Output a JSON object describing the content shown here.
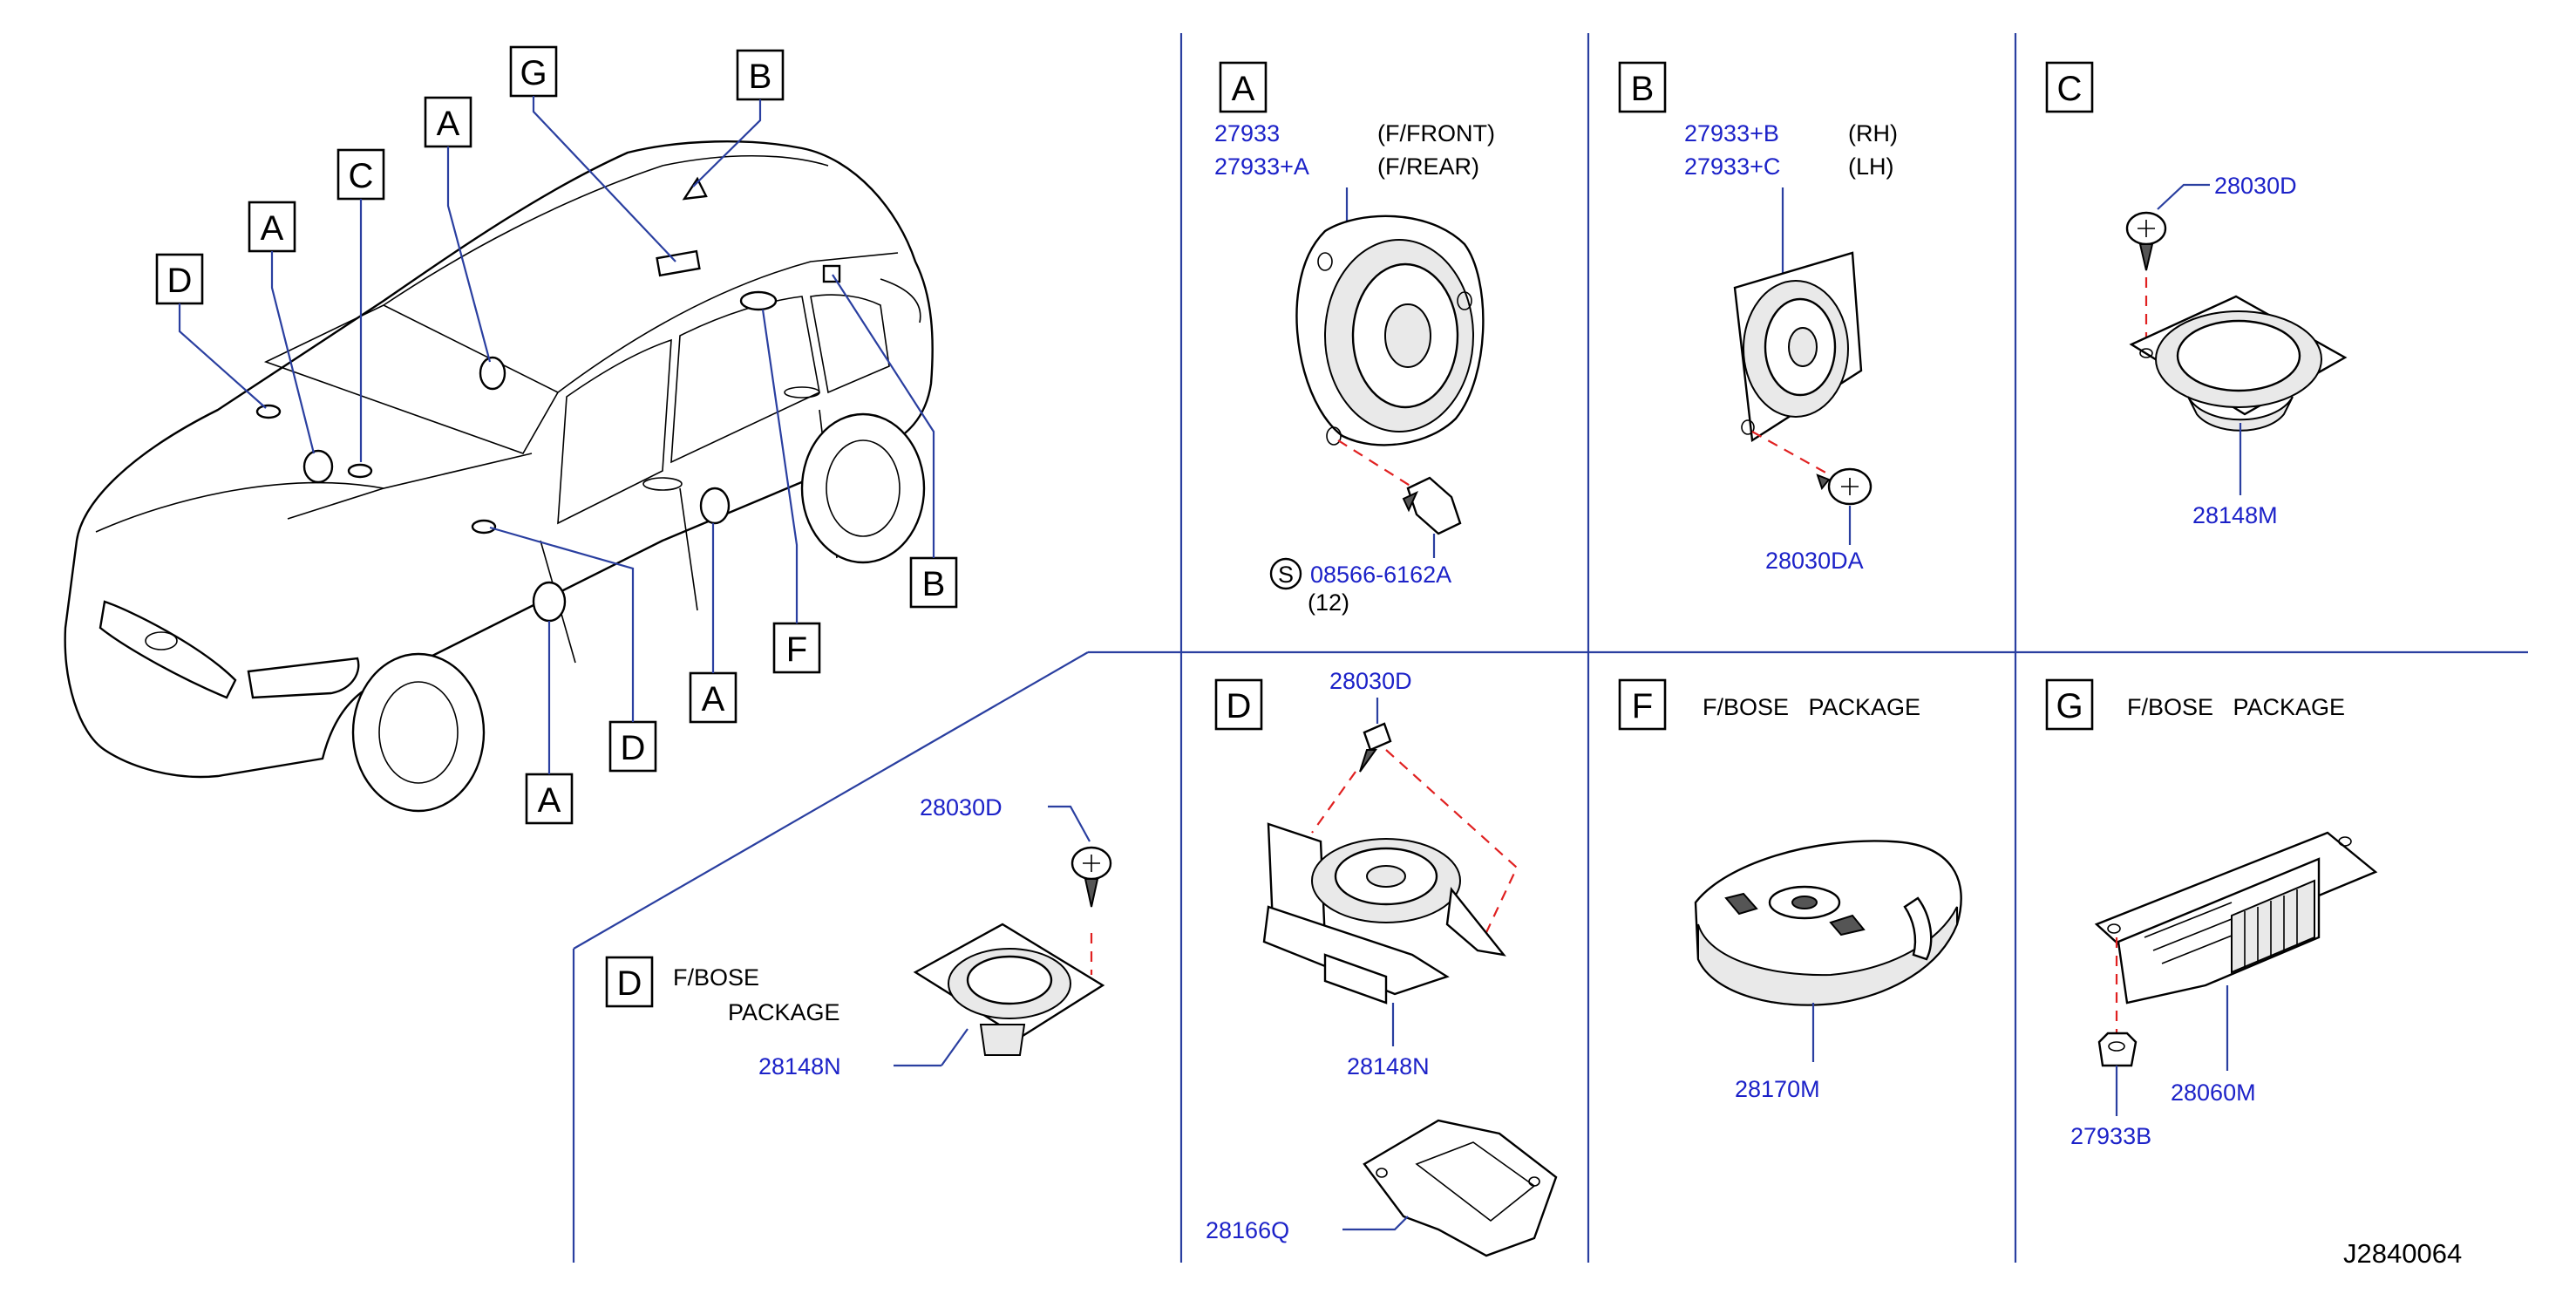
{
  "diagram_id": "J2840064",
  "car_callouts": [
    "A",
    "A",
    "A",
    "A",
    "B",
    "C",
    "D",
    "D",
    "F",
    "G"
  ],
  "sections": {
    "A": {
      "label": "A",
      "parts": [
        {
          "pn": "27933",
          "note": "(F/FRONT)"
        },
        {
          "pn": "27933+A",
          "note": "(F/REAR)"
        }
      ],
      "screw_symbol": "S",
      "screw_pn": "08566-6162A",
      "screw_qty": "(12)"
    },
    "B": {
      "label": "B",
      "parts": [
        {
          "pn": "27933+B",
          "note": "(RH)"
        },
        {
          "pn": "27933+C",
          "note": "(LH)"
        }
      ],
      "screw_pn": "28030DA"
    },
    "C": {
      "label": "C",
      "screw_pn": "28030D",
      "speaker_pn": "28148M"
    },
    "D_bose": {
      "label": "D",
      "title_line1": "F/BOSE",
      "title_line2": "PACKAGE",
      "screw_pn": "28030D",
      "speaker_pn": "28148N"
    },
    "D": {
      "label": "D",
      "screw_pn": "28030D",
      "speaker_pn": "28148N",
      "bracket_pn": "28166Q"
    },
    "F": {
      "label": "F",
      "title": "F/BOSE   PACKAGE",
      "part_pn": "28170M"
    },
    "G": {
      "label": "G",
      "title": "F/BOSE   PACKAGE",
      "nut_pn": "27933B",
      "amp_pn": "28060M"
    }
  }
}
